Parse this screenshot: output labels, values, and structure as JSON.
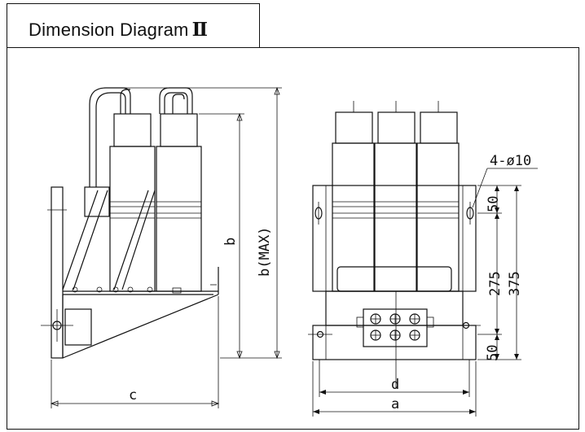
{
  "title": {
    "text": "Dimension Diagram",
    "numeral": "Ⅱ"
  },
  "labels": {
    "b": "b",
    "b_max": "b(MAX)",
    "c": "c",
    "d": "d",
    "a": "a",
    "holes": "4-ø10",
    "dim_50_top": "50",
    "dim_275": "275",
    "dim_375": "375",
    "dim_50_bottom": "50"
  }
}
